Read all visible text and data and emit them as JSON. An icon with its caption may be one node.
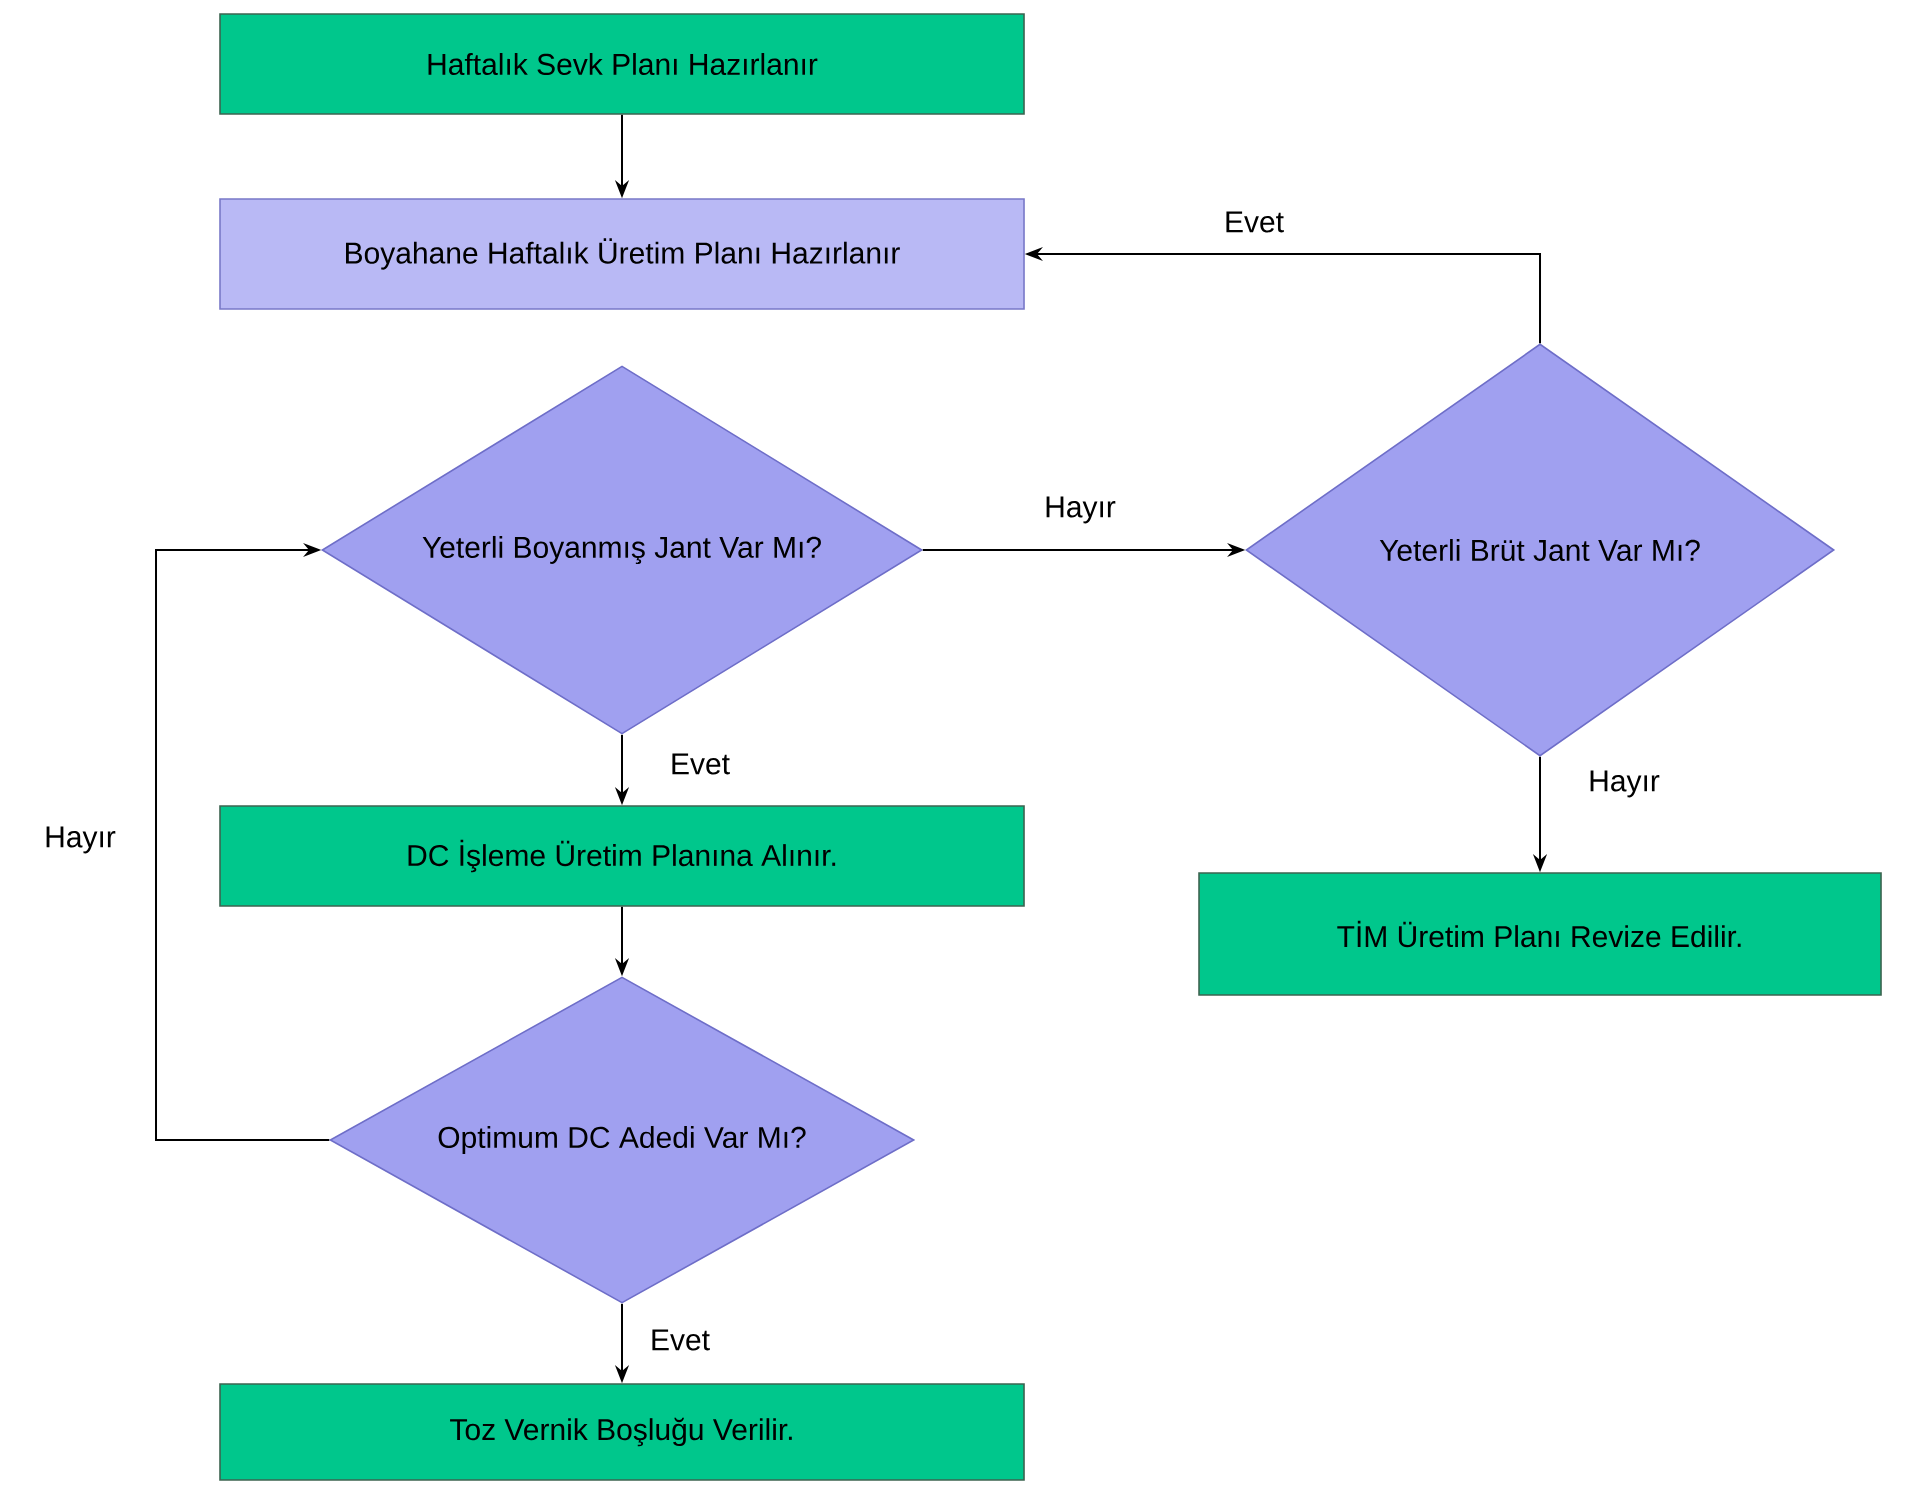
{
  "diagram": {
    "nodes": [
      {
        "text": [
          "Haftalık Sevk Planı Hazırlanır"
        ]
      },
      {
        "text": [
          "Boyahane Haftalık Üretim Planı Hazırlanır"
        ]
      },
      {
        "text": [
          "Yeterli Boyanmış Jant Var Mı?"
        ]
      },
      {
        "text": [
          "Yeterli Brüt Jant Var Mı?"
        ]
      },
      {
        "text": [
          "DC İşleme Üretim Planına Alınır."
        ]
      },
      {
        "text": [
          "TİM Üretim Planı Revize Edilir."
        ]
      },
      {
        "text": [
          "Optimum DC Adedi Var Mı?"
        ]
      },
      {
        "text": [
          "Toz Vernik Boşluğu Verilir."
        ]
      }
    ],
    "edges": [
      {
        "from": 0,
        "to": 1,
        "arrow": "to"
      },
      {
        "from": 2,
        "to": 3,
        "arrow": "to",
        "label": "Hayır"
      },
      {
        "from": 3,
        "to": 1,
        "arrow": "to",
        "label": "Evet"
      },
      {
        "from": 2,
        "to": 4,
        "arrow": "to",
        "label": "Evet"
      },
      {
        "from": 3,
        "to": 5,
        "arrow": "to",
        "label": "Hayır"
      },
      {
        "from": 4,
        "to": 6,
        "arrow": "to"
      },
      {
        "from": 6,
        "to": 2,
        "arrow": "to",
        "label": "Hayır"
      },
      {
        "from": 6,
        "to": 7,
        "arrow": "to",
        "label": "Evet"
      }
    ]
  }
}
